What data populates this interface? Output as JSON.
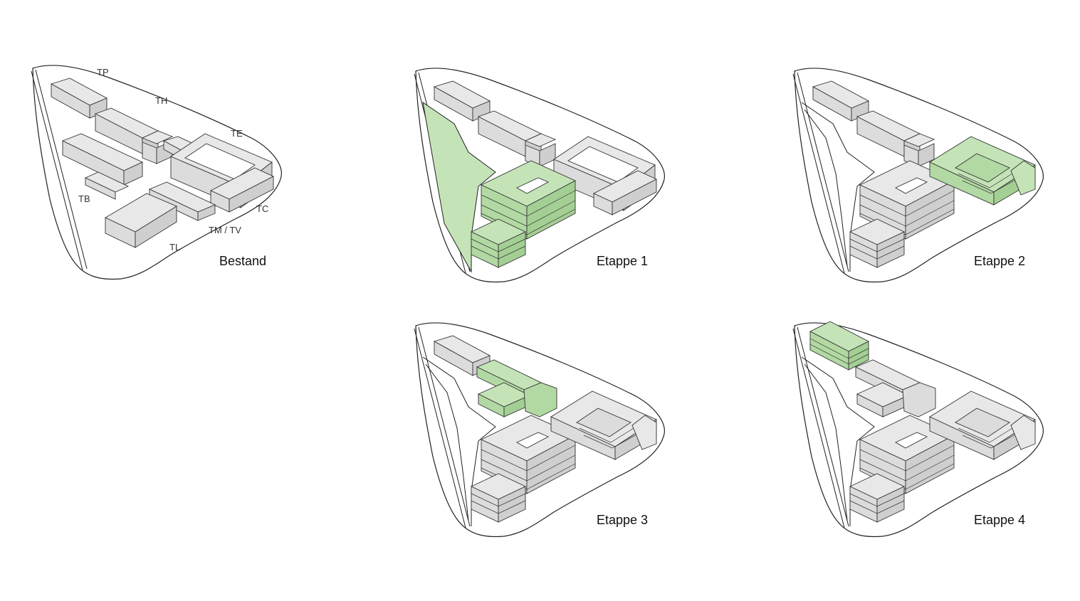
{
  "colors": {
    "existing_top": "#e8e8e8",
    "existing_side": "#dcdcdc",
    "existing_dark": "#cfcfcf",
    "new_top": "#c4e4b8",
    "new_side": "#b2d9a3",
    "new_dark": "#a4cf94",
    "outline": "#222222"
  },
  "panels": [
    {
      "title": "Bestand",
      "labels": [
        "TP",
        "TH",
        "TE",
        "TB",
        "TC",
        "TM / TV",
        "TL"
      ]
    },
    {
      "title": "Etappe 1",
      "labels": []
    },
    {
      "title": "Etappe 2",
      "labels": []
    },
    {
      "title": "Etappe 3",
      "labels": []
    },
    {
      "title": "Etappe 4",
      "labels": []
    }
  ]
}
